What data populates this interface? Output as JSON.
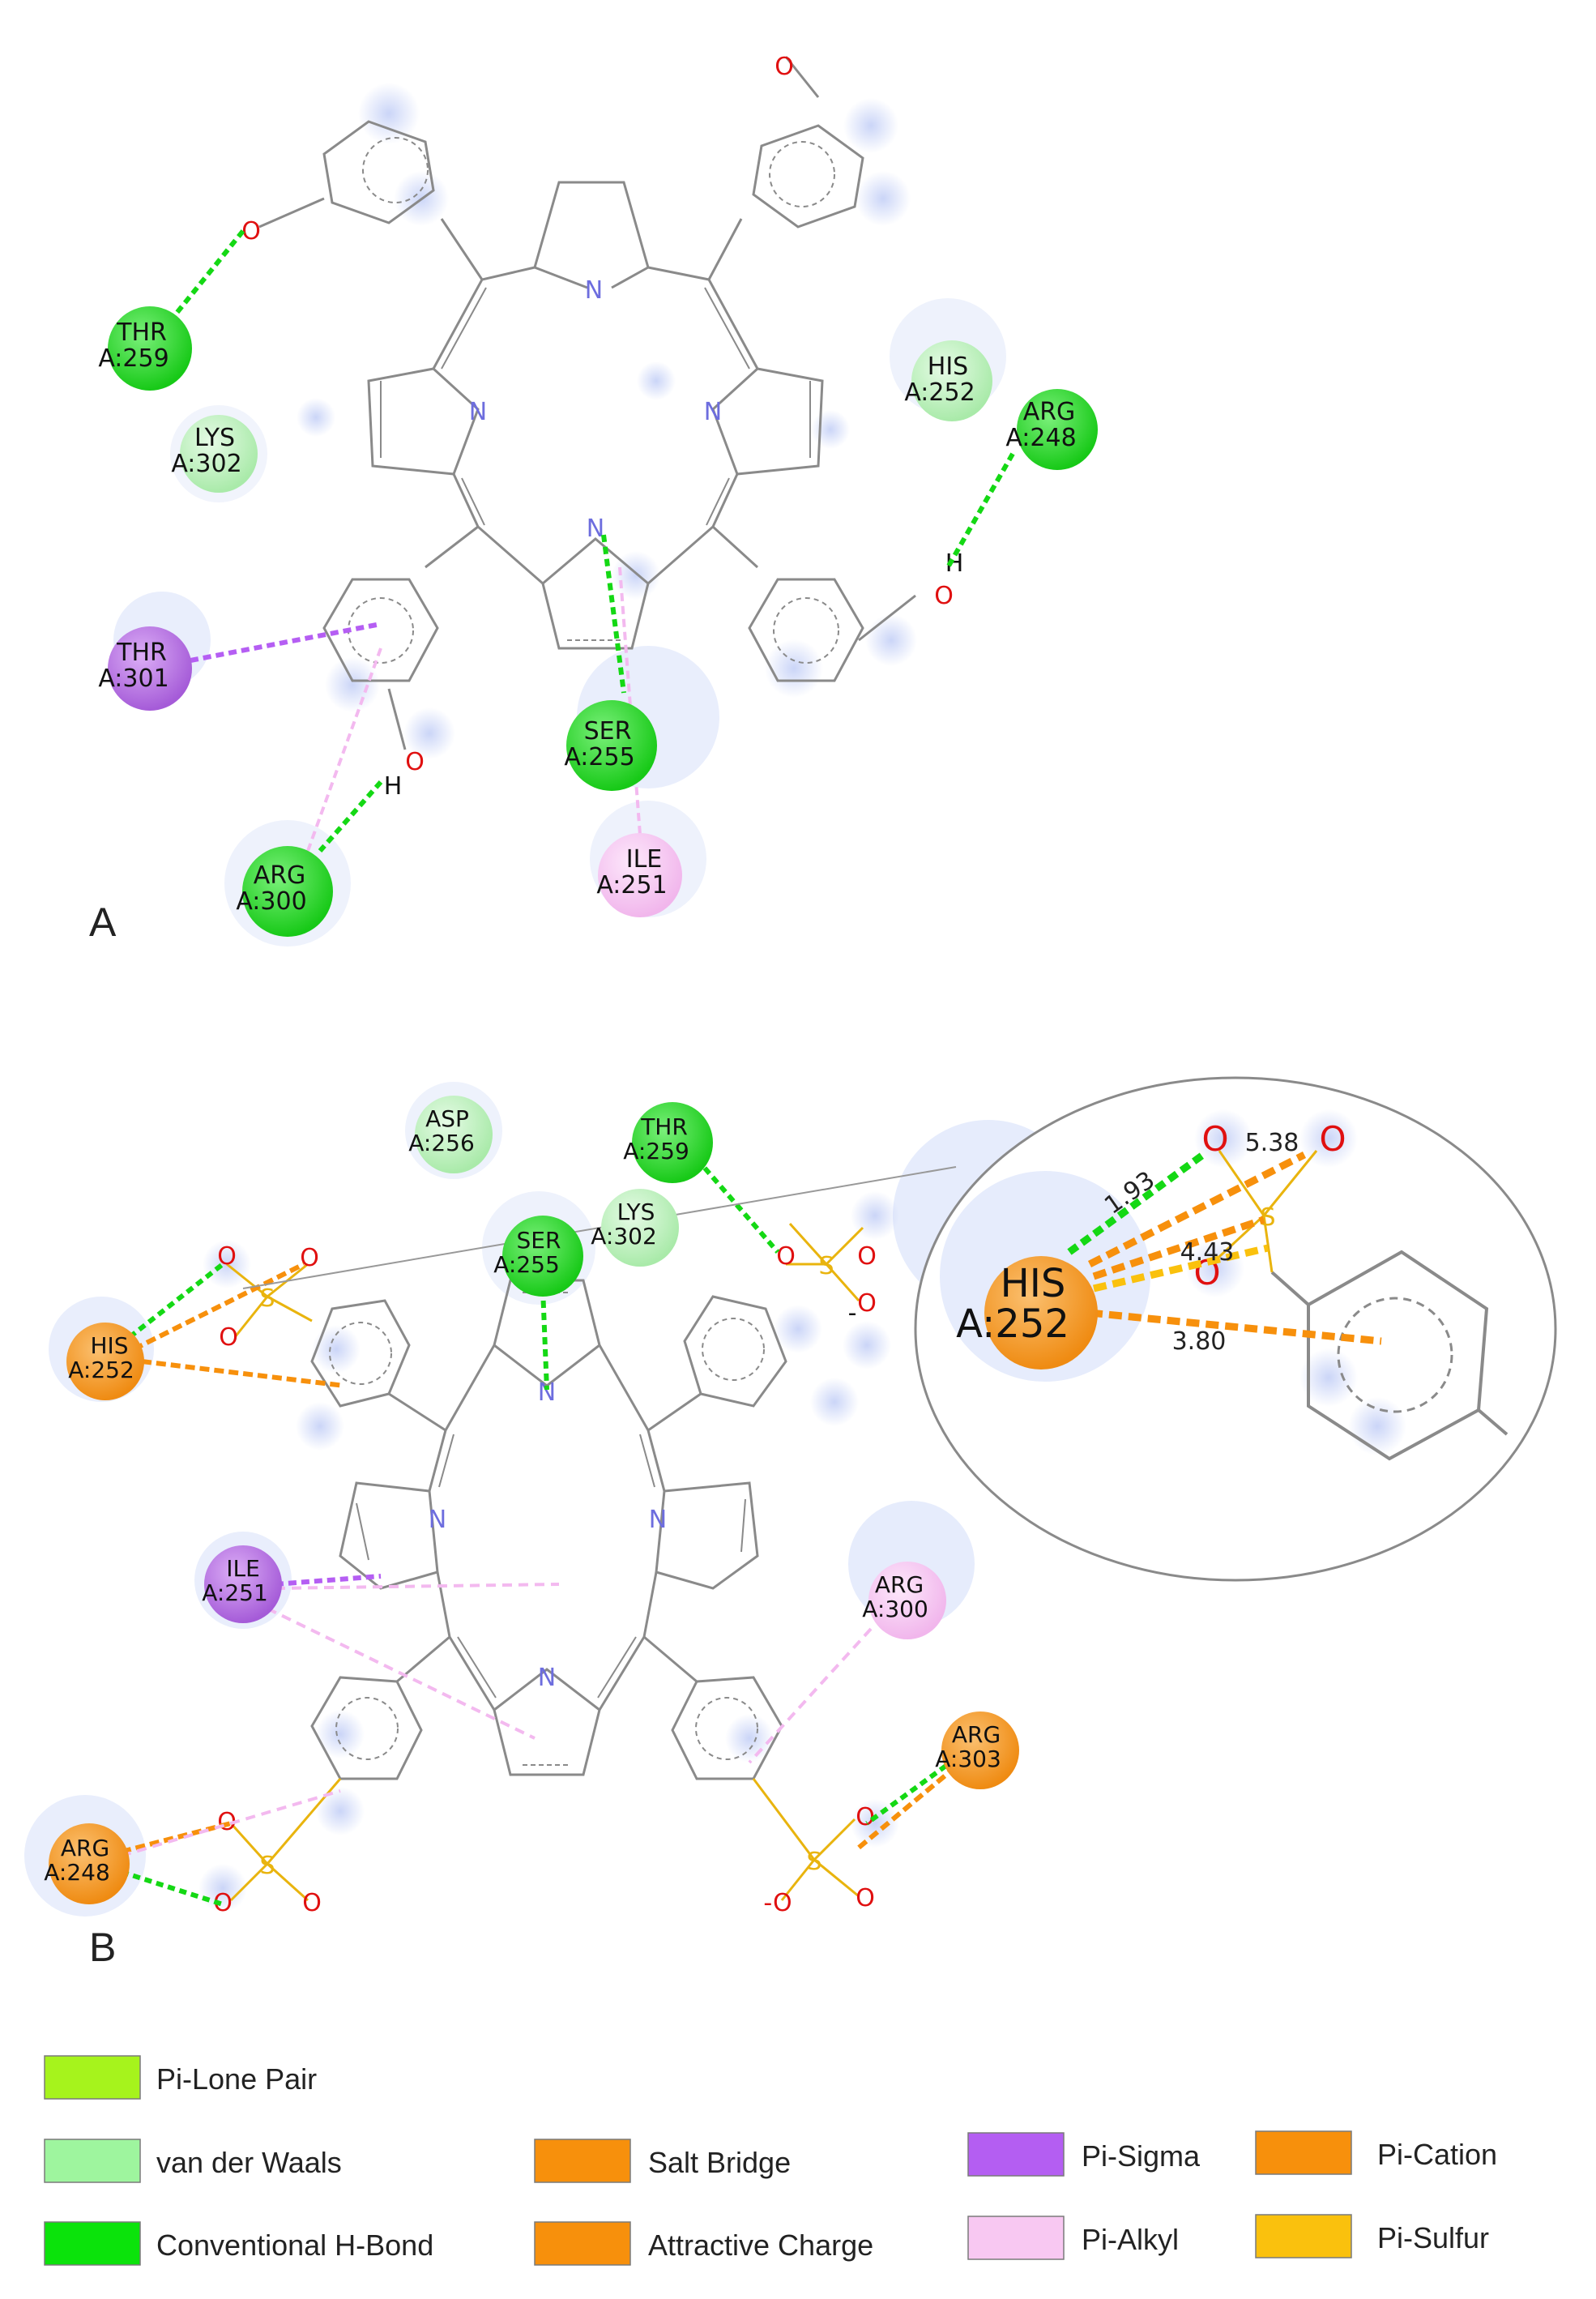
{
  "panels": {
    "a_label": "A",
    "b_label": "B"
  },
  "atoms": {
    "nitrogen": "N",
    "oxygen": "O",
    "hydrogen": "H",
    "sulfur": "S",
    "o_minus": "-O",
    "minus": "-"
  },
  "panel_a": {
    "residues": [
      {
        "name": "THR",
        "id": "A:259",
        "type": "Conventional H-Bond"
      },
      {
        "name": "LYS",
        "id": "A:302",
        "type": "van der Waals"
      },
      {
        "name": "HIS",
        "id": "A:252",
        "type": "van der Waals"
      },
      {
        "name": "ARG",
        "id": "A:248",
        "type": "Conventional H-Bond"
      },
      {
        "name": "THR",
        "id": "A:301",
        "type": "Pi-Sigma"
      },
      {
        "name": "SER",
        "id": "A:255",
        "type": "Conventional H-Bond"
      },
      {
        "name": "ARG",
        "id": "A:300",
        "type": "Conventional H-Bond"
      },
      {
        "name": "ILE",
        "id": "A:251",
        "type": "Pi-Alkyl"
      }
    ]
  },
  "panel_b": {
    "residues": [
      {
        "name": "ASP",
        "id": "A:256",
        "type": "van der Waals"
      },
      {
        "name": "THR",
        "id": "A:259",
        "type": "Conventional H-Bond"
      },
      {
        "name": "LYS",
        "id": "A:302",
        "type": "van der Waals"
      },
      {
        "name": "SER",
        "id": "A:255",
        "type": "Conventional H-Bond"
      },
      {
        "name": "HIS",
        "id": "A:252",
        "type": "Salt Bridge"
      },
      {
        "name": "ILE",
        "id": "A:251",
        "type": "Pi-Sigma"
      },
      {
        "name": "ARG",
        "id": "A:300",
        "type": "Pi-Alkyl"
      },
      {
        "name": "ARG",
        "id": "A:303",
        "type": "Salt Bridge"
      },
      {
        "name": "ARG",
        "id": "A:248",
        "type": "Salt Bridge"
      }
    ],
    "inset": {
      "residue": {
        "name": "HIS",
        "id": "A:252"
      },
      "distances": [
        "1.93",
        "5.38",
        "4.43",
        "3.80"
      ]
    }
  },
  "legend": [
    {
      "label": "Pi-Lone Pair",
      "color": "#a6f31c"
    },
    {
      "label": "van der Waals",
      "color": "#9ef59e"
    },
    {
      "label": "Conventional H-Bond",
      "color": "#0be30b"
    },
    {
      "label": "Salt Bridge",
      "color": "#f7900c"
    },
    {
      "label": "Attractive Charge",
      "color": "#f7900c"
    },
    {
      "label": "Pi-Sigma",
      "color": "#b45ef2"
    },
    {
      "label": "Pi-Alkyl",
      "color": "#f8c8f2"
    },
    {
      "label": "Pi-Cation",
      "color": "#f7900c"
    },
    {
      "label": "Pi-Sulfur",
      "color": "#fac10d"
    }
  ]
}
